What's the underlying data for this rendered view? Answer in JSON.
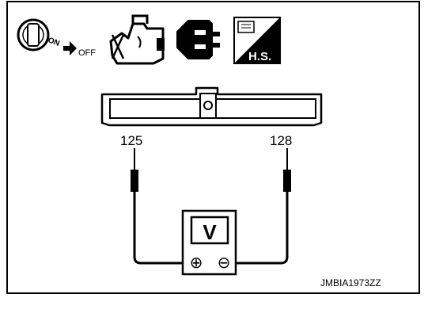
{
  "icons": {
    "ignition": {
      "on_label": "ON",
      "off_label": "OFF"
    },
    "hs_badge_label": "H.S."
  },
  "connector": {
    "pins": [
      {
        "number": "125"
      },
      {
        "number": "128"
      }
    ]
  },
  "meter": {
    "label": "V",
    "plus_symbol": "⊕",
    "minus_symbol": "⊖"
  },
  "figure_code": "JMBIA1973ZZ"
}
